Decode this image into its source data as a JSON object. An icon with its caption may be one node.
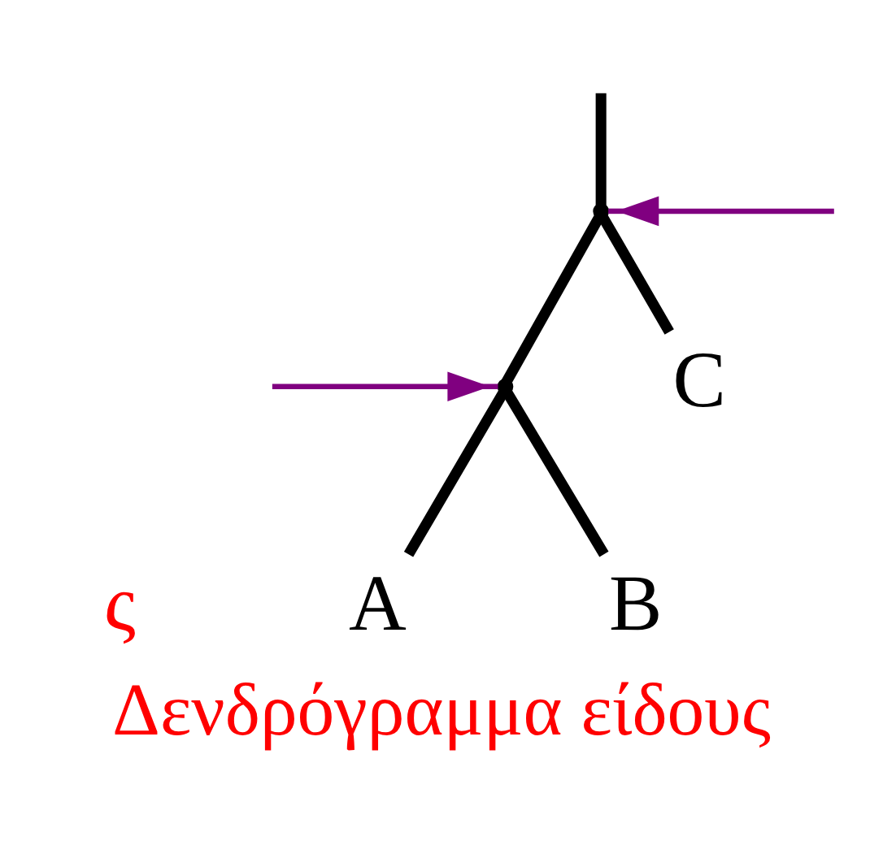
{
  "diagram": {
    "caption": "Δενδρόγραμμα είδους",
    "nodes": [
      {
        "text": [],
        "shape": "point"
      },
      {
        "text": [],
        "shape": "point"
      },
      {
        "text": [
          "A"
        ]
      },
      {
        "text": [
          "B"
        ]
      },
      {
        "text": [
          "C"
        ]
      }
    ],
    "edges": [
      {
        "from": null,
        "to": 0,
        "arrow": "none"
      },
      {
        "from": 0,
        "to": 1,
        "arrow": "none"
      },
      {
        "from": 1,
        "to": 2,
        "arrow": "none"
      },
      {
        "from": 1,
        "to": 3,
        "arrow": "none"
      },
      {
        "from": 0,
        "to": 4,
        "arrow": "none"
      },
      {
        "from": null,
        "to": 0,
        "arrow": "to",
        "color": "#800080"
      },
      {
        "from": null,
        "to": 1,
        "arrow": "to",
        "color": "#800080"
      }
    ],
    "labels": [
      "ς"
    ]
  }
}
